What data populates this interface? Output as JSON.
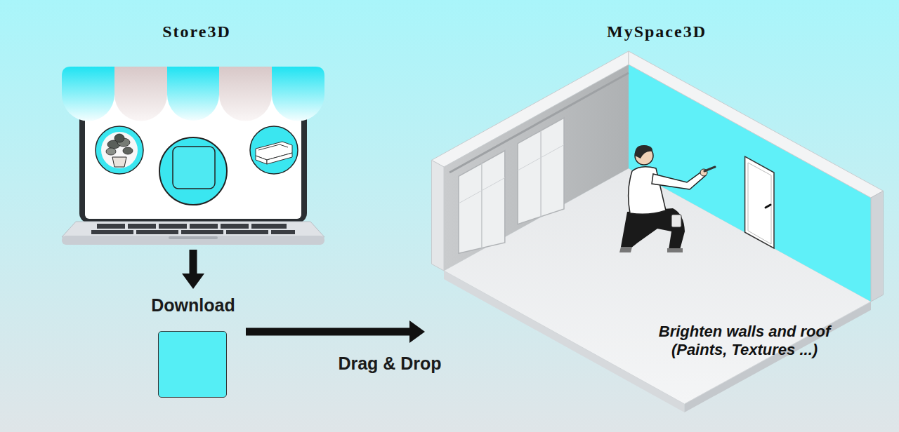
{
  "diagram": {
    "nodes": [
      {
        "text": [
          "Store3D"
        ]
      },
      {
        "text": [
          "Download"
        ]
      },
      {
        "text": [
          "MySpace3D",
          "Brighten walls and roof (Paints, Textures ...)"
        ]
      }
    ],
    "edges": [
      {
        "from": 0,
        "to": 1,
        "arrow": "to"
      },
      {
        "from": 1,
        "to": 2,
        "arrow": "to",
        "label": "Drag & Drop"
      }
    ]
  }
}
